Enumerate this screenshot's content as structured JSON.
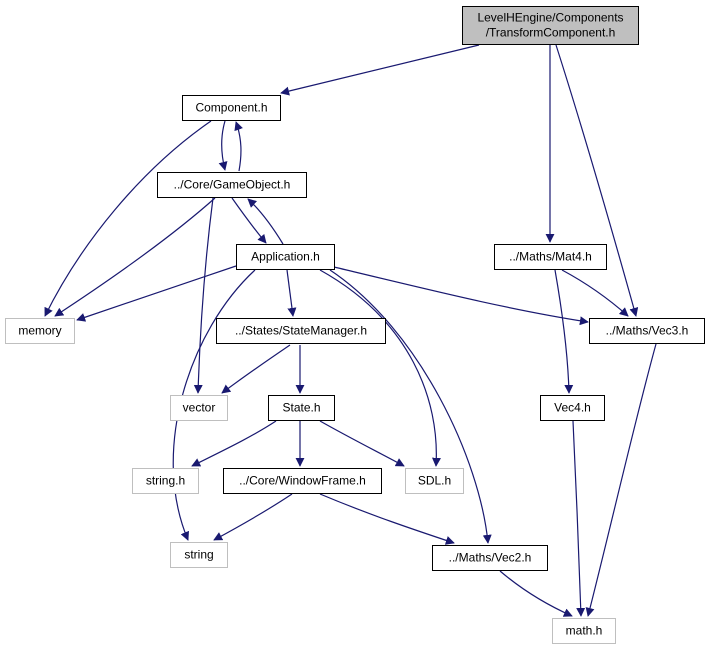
{
  "colors": {
    "edge": "#191970",
    "root_fill": "#bfbfbf",
    "external_border": "#bfbfbf"
  },
  "graph": {
    "nodes": [
      {
        "id": "root",
        "label": [
          "LevelHEngine/Components",
          "/TransformComponent.h"
        ],
        "kind": "root"
      },
      {
        "id": "component",
        "label": [
          "Component.h"
        ],
        "kind": "local"
      },
      {
        "id": "gameobject",
        "label": [
          "../Core/GameObject.h"
        ],
        "kind": "local"
      },
      {
        "id": "application",
        "label": [
          "Application.h"
        ],
        "kind": "local"
      },
      {
        "id": "memory",
        "label": [
          "memory"
        ],
        "kind": "external"
      },
      {
        "id": "statemanager",
        "label": [
          "../States/StateManager.h"
        ],
        "kind": "local"
      },
      {
        "id": "vector",
        "label": [
          "vector"
        ],
        "kind": "external"
      },
      {
        "id": "state",
        "label": [
          "State.h"
        ],
        "kind": "local"
      },
      {
        "id": "stringh",
        "label": [
          "string.h"
        ],
        "kind": "external"
      },
      {
        "id": "windowframe",
        "label": [
          "../Core/WindowFrame.h"
        ],
        "kind": "local"
      },
      {
        "id": "sdl",
        "label": [
          "SDL.h"
        ],
        "kind": "external"
      },
      {
        "id": "string",
        "label": [
          "string"
        ],
        "kind": "external"
      },
      {
        "id": "vec2",
        "label": [
          "../Maths/Vec2.h"
        ],
        "kind": "local"
      },
      {
        "id": "mat4",
        "label": [
          "../Maths/Mat4.h"
        ],
        "kind": "local"
      },
      {
        "id": "vec3",
        "label": [
          "../Maths/Vec3.h"
        ],
        "kind": "local"
      },
      {
        "id": "vec4",
        "label": [
          "Vec4.h"
        ],
        "kind": "local"
      },
      {
        "id": "math",
        "label": [
          "math.h"
        ],
        "kind": "external"
      }
    ],
    "edges": [
      {
        "from": "root",
        "to": "component"
      },
      {
        "from": "root",
        "to": "mat4"
      },
      {
        "from": "root",
        "to": "vec3"
      },
      {
        "from": "component",
        "to": "gameobject"
      },
      {
        "from": "component",
        "to": "memory"
      },
      {
        "from": "gameobject",
        "to": "component"
      },
      {
        "from": "gameobject",
        "to": "application"
      },
      {
        "from": "gameobject",
        "to": "memory"
      },
      {
        "from": "gameobject",
        "to": "vector"
      },
      {
        "from": "application",
        "to": "gameobject"
      },
      {
        "from": "application",
        "to": "memory"
      },
      {
        "from": "application",
        "to": "statemanager"
      },
      {
        "from": "application",
        "to": "string"
      },
      {
        "from": "application",
        "to": "sdl"
      },
      {
        "from": "application",
        "to": "vec2"
      },
      {
        "from": "application",
        "to": "vec3"
      },
      {
        "from": "statemanager",
        "to": "vector"
      },
      {
        "from": "statemanager",
        "to": "state"
      },
      {
        "from": "state",
        "to": "stringh"
      },
      {
        "from": "state",
        "to": "windowframe"
      },
      {
        "from": "state",
        "to": "sdl"
      },
      {
        "from": "windowframe",
        "to": "string"
      },
      {
        "from": "windowframe",
        "to": "vec2"
      },
      {
        "from": "vec2",
        "to": "math"
      },
      {
        "from": "mat4",
        "to": "vec3"
      },
      {
        "from": "mat4",
        "to": "vec4"
      },
      {
        "from": "vec3",
        "to": "math"
      },
      {
        "from": "vec4",
        "to": "math"
      }
    ]
  }
}
